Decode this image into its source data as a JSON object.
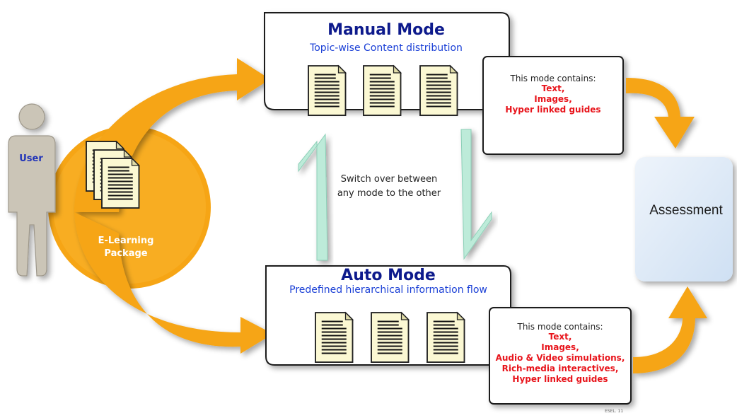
{
  "manual_mode": {
    "title": "Manual Mode",
    "subtitle": "Topic-wise Content distribution",
    "contains_heading": "This mode contains:",
    "contents": [
      "Text,",
      "Images,",
      "Hyper linked guides"
    ]
  },
  "auto_mode": {
    "title": "Auto Mode",
    "subtitle": "Predefined hierarchical information flow",
    "contains_heading": "This mode contains:",
    "contents": [
      "Text,",
      "Images,",
      "Audio & Video simulations,",
      "Rich-media interactives,",
      "Hyper linked guides"
    ]
  },
  "user": {
    "label": "User"
  },
  "package": {
    "label": "E-Learning Package"
  },
  "switch_note": "Switch over between any mode to the other",
  "assessment": {
    "label": "Assessment"
  },
  "footnote": "ESEL. 11",
  "colors": {
    "arrow_orange": "#f6a515",
    "mode_title": "#0d1a8c",
    "subtitle_blue": "#1a3fd6",
    "contents_red": "#e8141b",
    "switch_arrow": "#bdebd9",
    "assessment_box": "#dce9f7",
    "user_gray": "#cbc5b7",
    "document_fill": "#fbf8d3"
  }
}
